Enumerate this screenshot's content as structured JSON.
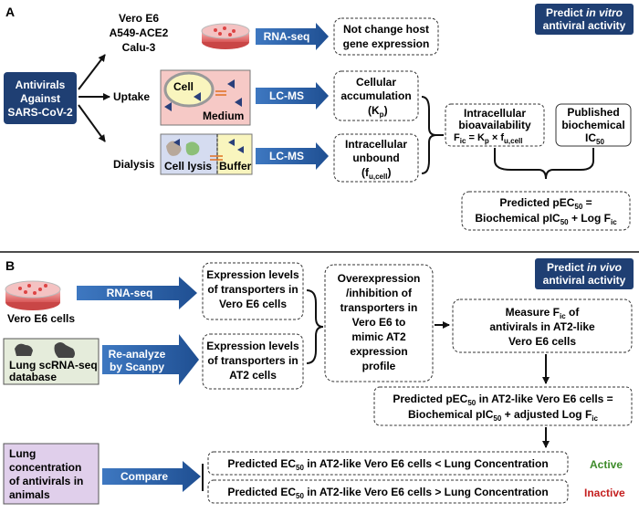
{
  "colors": {
    "navy": "#1f3f73",
    "arrow_blue": "#2b62a8",
    "uptake_bg": "#f6c9c6",
    "dialysis_left_bg": "#d5dcf0",
    "dialysis_right_bg": "#f9f5be",
    "scrna_bg": "#e5ecdb",
    "lung_bg": "#e0cfeb",
    "active_green": "#3d8b2a",
    "inactive_red": "#c41e1e"
  },
  "panel_a": {
    "label": "A",
    "antivirals": [
      "Antivirals",
      "Against",
      "SARS-CoV-2"
    ],
    "cell_lines": [
      "Vero E6",
      "A549-ACE2",
      "Calu-3"
    ],
    "uptake_label": "Uptake",
    "dialysis_label": "Dialysis",
    "cell_text": "Cell",
    "medium_text": "Medium",
    "cell_lysis_text": "Cell lysis",
    "buffer_text": "Buffer",
    "rnaseq": "RNA-seq",
    "lcms_1": "LC-MS",
    "lcms_2": "LC-MS",
    "no_change": [
      "Not change host",
      "gene expression"
    ],
    "accumulation": [
      "Cellular",
      "accumulation"
    ],
    "kp": "K",
    "kp_sub": "p",
    "unbound": [
      "Intracellular",
      "unbound"
    ],
    "fu": "f",
    "fu_sub": "u,cell",
    "bioavail": [
      "Intracellular",
      "bioavailability"
    ],
    "fic_eq": "F",
    "fic_sub": "ic",
    "fic_eq_rest": "= K",
    "fic_eq_times": "× f",
    "published": [
      "Published",
      "biochemical"
    ],
    "ic50": "IC",
    "ic50_sub": "50",
    "predicted_line1": "Predicted pEC",
    "predicted_line1_sub": "50",
    "predicted_line1_end": " =",
    "predicted_line2": "Biochemical pIC",
    "predicted_line2_sub": "50",
    "predicted_line2_end": " + Log F",
    "predicted_line2_sub2": "ic",
    "predict_vitro": [
      "Predict ",
      "in vitro",
      "antiviral activity"
    ]
  },
  "panel_b": {
    "label": "B",
    "vero_cells": "Vero E6 cells",
    "scrna": [
      "Lung scRNA-seq",
      "database"
    ],
    "rnaseq": "RNA-seq",
    "reanalyze": [
      "Re-analyze",
      "by Scanpy"
    ],
    "expr_vero": [
      "Expression levels",
      "of transporters in",
      "Vero E6 cells"
    ],
    "expr_at2": [
      "Expression levels",
      "of transporters in",
      "AT2 cells"
    ],
    "overexpression": [
      "Overexpression",
      "/inhibition of",
      "transporters in",
      "Vero E6 to",
      "mimic AT2",
      "expression",
      "profile"
    ],
    "measure": [
      "Measure F",
      "ic",
      " of",
      "antivirals in AT2-like",
      "Vero E6 cells"
    ],
    "predict_vivo": [
      "Predict ",
      "in vivo",
      "antiviral activity"
    ],
    "pred_at2_line1": "Predicted pEC",
    "pred_at2_line1_sub": "50",
    "pred_at2_line1_end": " in AT2-like Vero E6 cells =",
    "pred_at2_line2": "Biochemical pIC",
    "pred_at2_line2_sub": "50",
    "pred_at2_line2_end": " + adjusted Log F",
    "pred_at2_line2_sub2": "ic",
    "lung_conc": [
      "Lung",
      "concentration",
      "of antivirals in",
      "animals"
    ],
    "compare": "Compare",
    "cmp1_a": "Predicted EC",
    "cmp1_sub": "50",
    "cmp1_b": " in AT2-like Vero E6 cells < Lung Concentration",
    "cmp2_a": "Predicted EC",
    "cmp2_sub": "50",
    "cmp2_b": " in AT2-like Vero E6 cells > Lung Concentration",
    "active": "Active",
    "inactive": "Inactive"
  }
}
